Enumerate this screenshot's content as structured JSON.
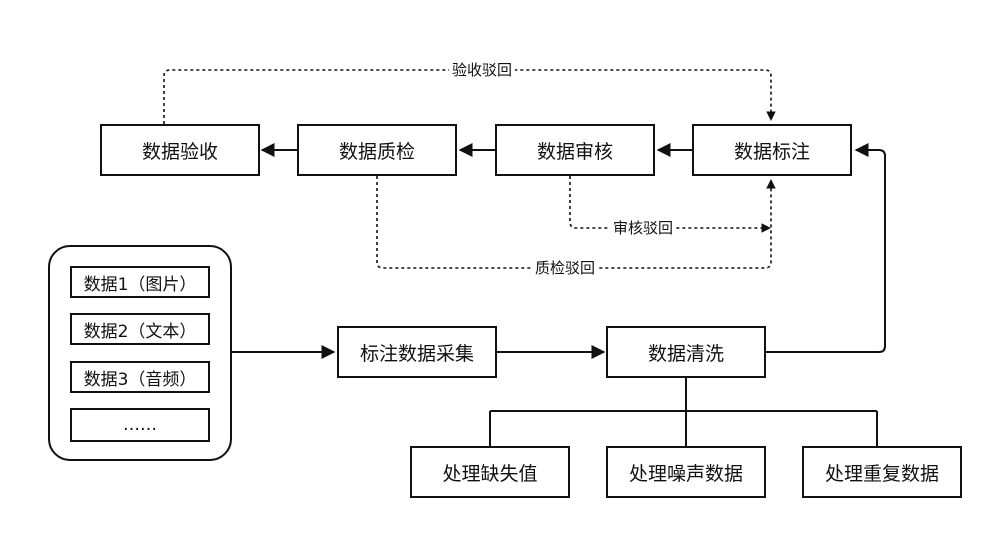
{
  "nodes": {
    "acceptance": "数据验收",
    "qc": "数据质检",
    "review": "数据审核",
    "annotation": "数据标注",
    "collection": "标注数据采集",
    "cleaning": "数据清洗",
    "missing": "处理缺失值",
    "noise": "处理噪声数据",
    "duplicate": "处理重复数据"
  },
  "sources": {
    "items": [
      "数据1（图片）",
      "数据2（文本）",
      "数据3（音频）",
      "……"
    ]
  },
  "edges": {
    "acceptance_reject": "验收驳回",
    "review_reject": "审核驳回",
    "qc_reject": "质检驳回"
  }
}
